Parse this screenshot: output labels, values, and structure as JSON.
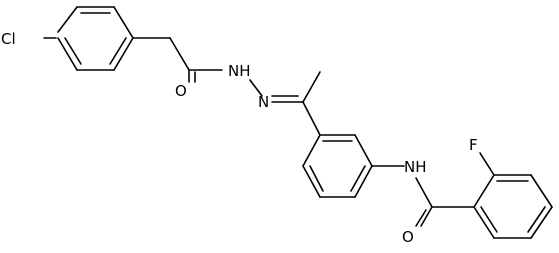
{
  "molecule": {
    "atoms": {
      "cl": "Cl",
      "o_hydrazide": "O",
      "nh_hydrazide": "NH",
      "n_imine": "N",
      "nh_amide": "NH",
      "f": "F",
      "o_amide": "O"
    }
  }
}
